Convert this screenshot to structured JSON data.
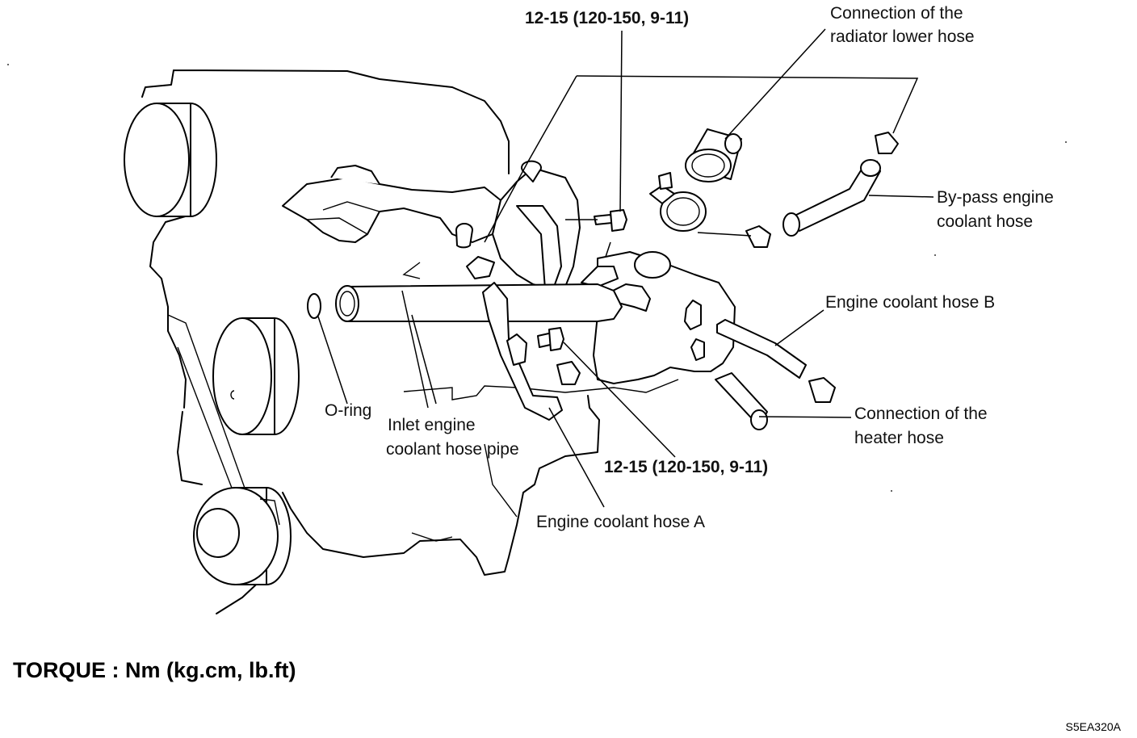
{
  "labels": {
    "torque_top": "12-15 (120-150, 9-11)",
    "torque_bottom": "12-15 (120-150, 9-11)",
    "radiator_lower_hose": [
      "Connection of the",
      "radiator lower hose"
    ],
    "bypass_hose": [
      "By-pass engine",
      "coolant hose"
    ],
    "coolant_hose_b": "Engine coolant hose B",
    "heater_hose": [
      "Connection of the",
      "heater hose"
    ],
    "o_ring": "O-ring",
    "inlet_pipe": [
      "Inlet engine",
      "coolant hose pipe"
    ],
    "coolant_hose_a": "Engine coolant hose A"
  },
  "footer": {
    "torque_unit": "TORQUE : Nm (kg.cm, lb.ft)",
    "figure_code": "S5EA320A"
  }
}
